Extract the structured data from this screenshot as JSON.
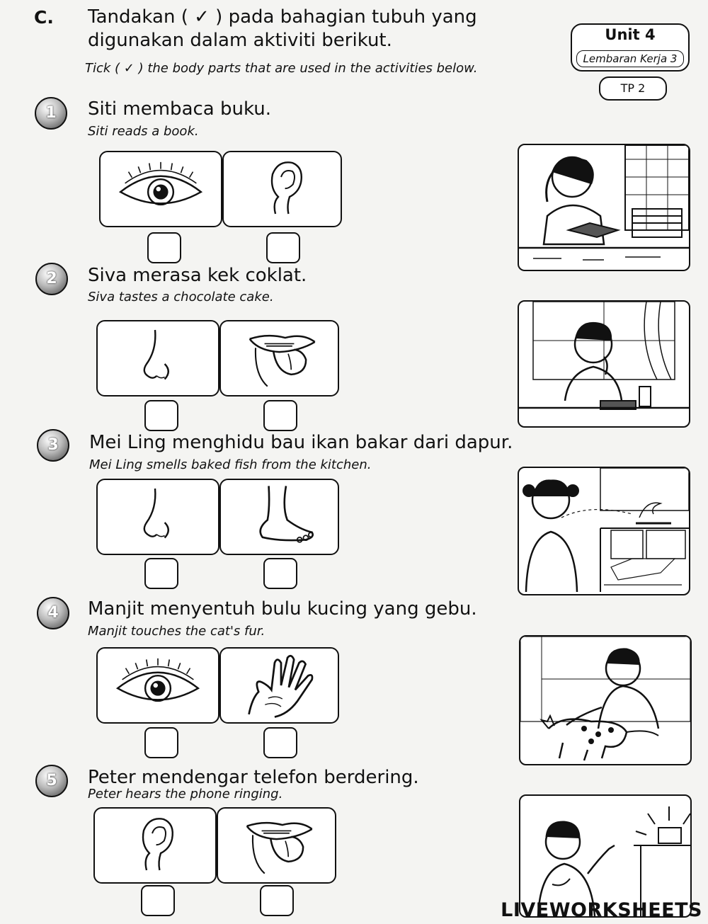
{
  "header": {
    "section_letter": "C.",
    "instruction_ms": "Tandakan ( ✓ ) pada bahagian tubuh yang digunakan dalam aktiviti berikut.",
    "instruction_en": "Tick ( ✓ ) the body parts that are used in the activities below."
  },
  "unit_badge": {
    "title": "Unit 4",
    "subtitle": "Lembaran Kerja 3",
    "level": "TP 2"
  },
  "questions": [
    {
      "number": "1",
      "text_ms": "Siti membaca buku.",
      "text_en": "Siti reads a book.",
      "options": [
        "eye",
        "ear"
      ]
    },
    {
      "number": "2",
      "text_ms": "Siva merasa kek coklat.",
      "text_en": "Siva tastes a chocolate cake.",
      "options": [
        "nose",
        "tongue"
      ]
    },
    {
      "number": "3",
      "text_ms": "Mei Ling menghidu bau ikan bakar dari dapur.",
      "text_en": "Mei Ling smells baked fish from the kitchen.",
      "options": [
        "nose",
        "foot"
      ]
    },
    {
      "number": "4",
      "text_ms": "Manjit menyentuh bulu kucing yang gebu.",
      "text_en": "Manjit touches the cat's fur.",
      "options": [
        "eye",
        "hand"
      ]
    },
    {
      "number": "5",
      "text_ms": "Peter mendengar telefon berdering.",
      "text_en": "Peter hears the phone ringing.",
      "options": [
        "ear",
        "tongue"
      ]
    }
  ],
  "footer": {
    "logo_text": "LIVEWORKSHEETS"
  }
}
